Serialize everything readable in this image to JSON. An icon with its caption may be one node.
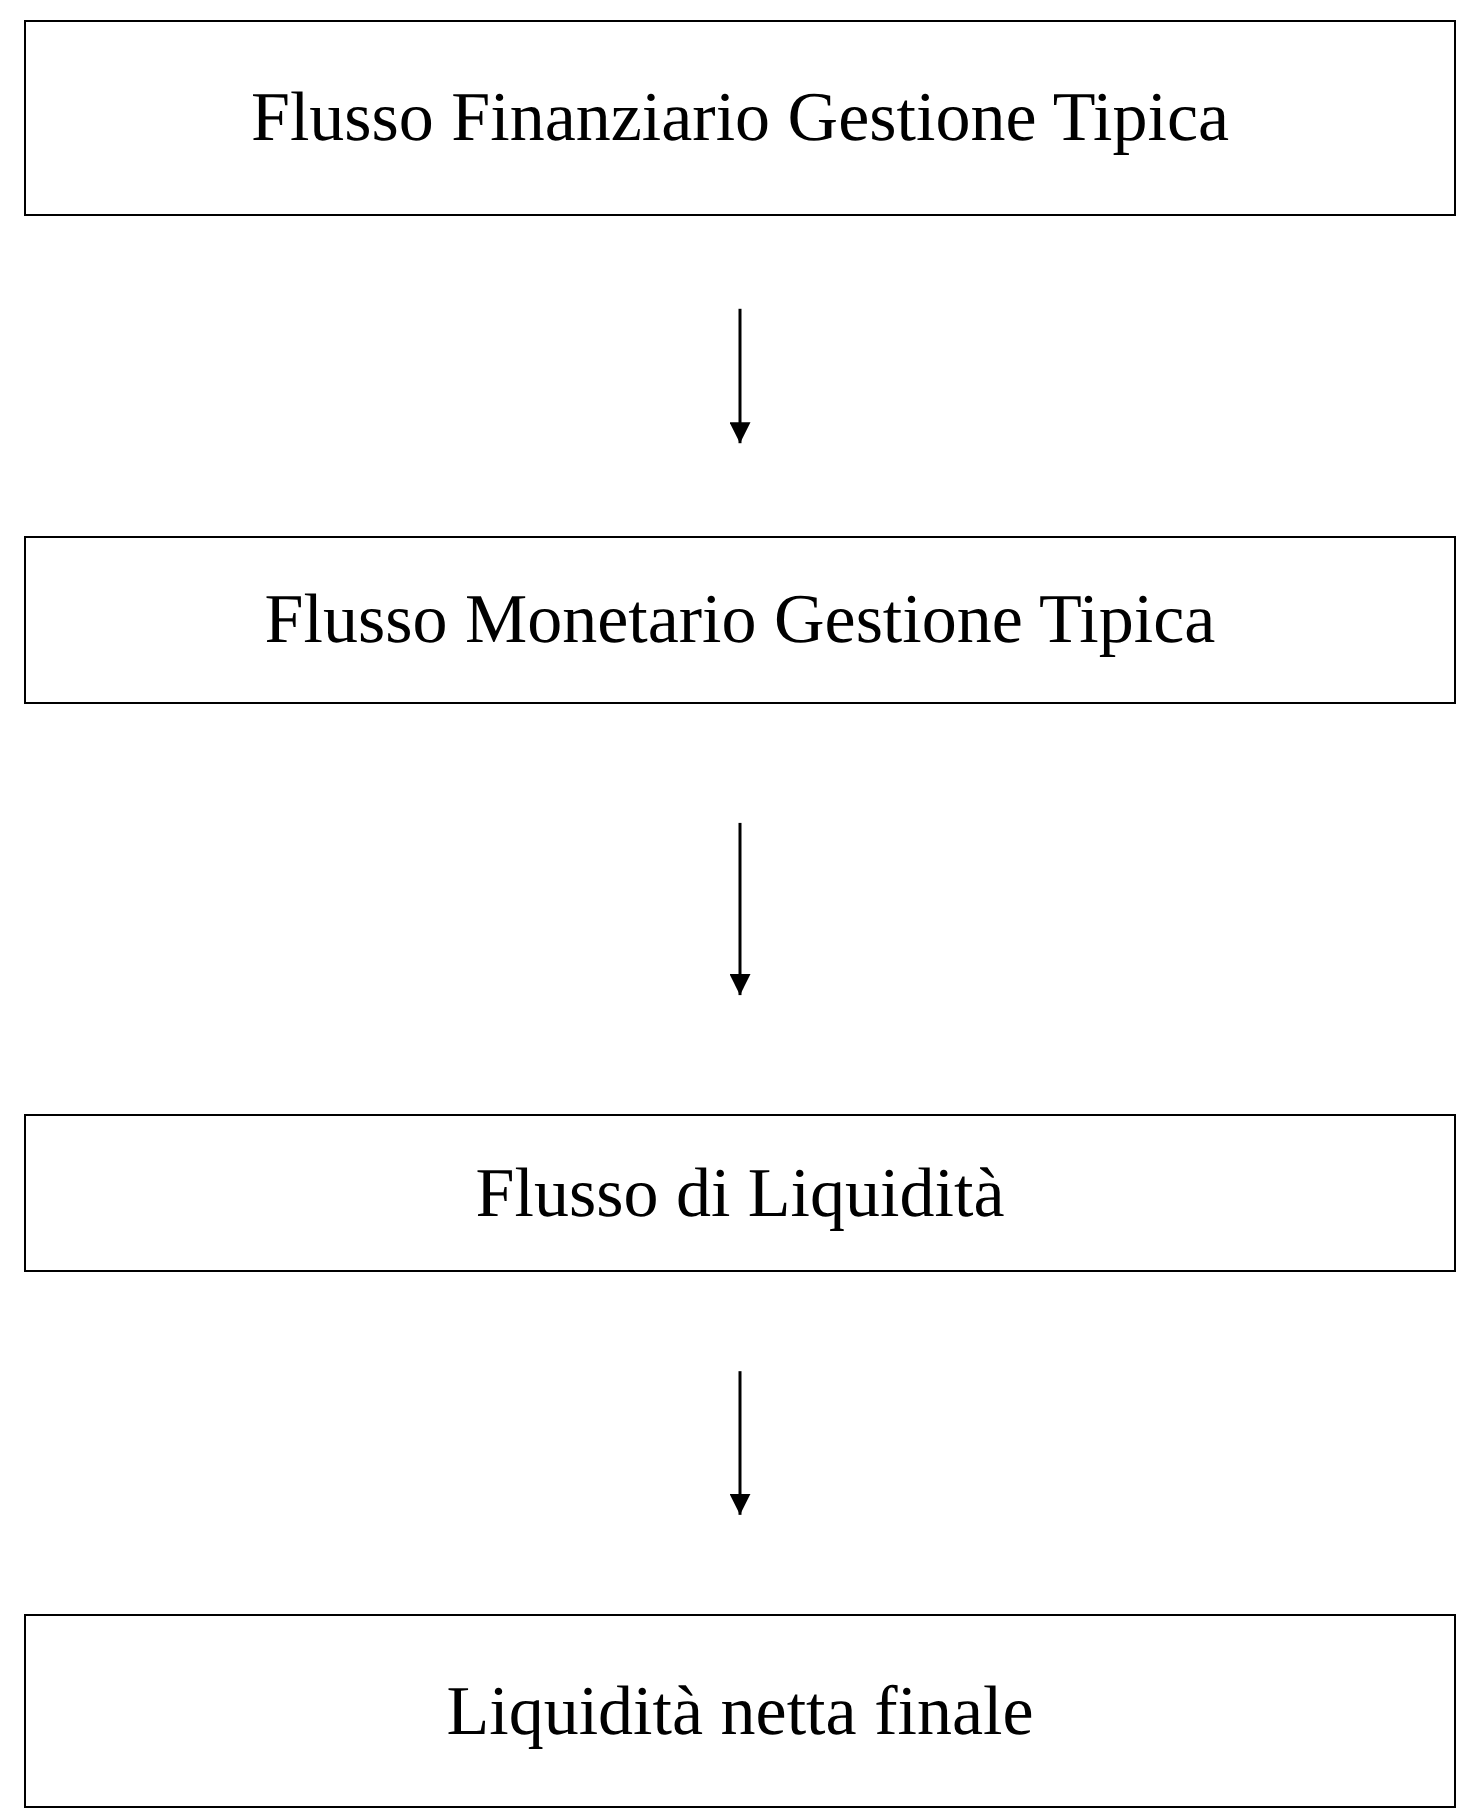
{
  "diagram": {
    "nodes": [
      {
        "text": [
          "Flusso Finanziario Gestione Tipica"
        ]
      },
      {
        "text": [
          "Flusso Monetario Gestione Tipica"
        ]
      },
      {
        "text": [
          "Flusso di Liquidità"
        ]
      },
      {
        "text": [
          "Liquidità netta finale"
        ]
      }
    ],
    "edges": [
      {
        "from": 0,
        "to": 1,
        "arrow": "to"
      },
      {
        "from": 1,
        "to": 2,
        "arrow": "to"
      },
      {
        "from": 2,
        "to": 3,
        "arrow": "to"
      }
    ]
  }
}
